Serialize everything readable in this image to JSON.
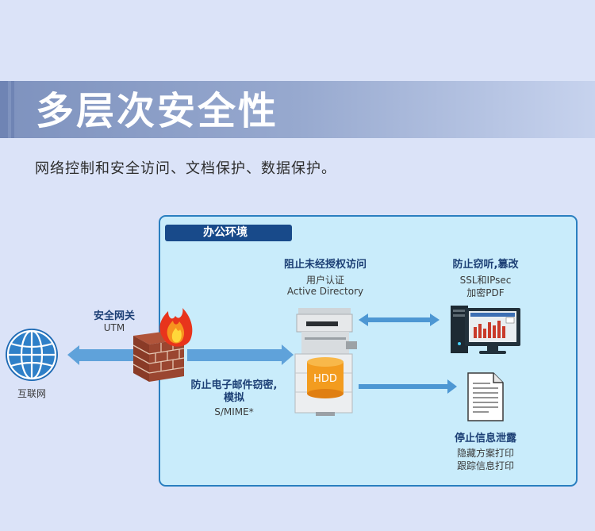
{
  "header": {
    "title": "多层次安全性",
    "subtitle": "网络控制和安全访问、文档保护、数据保护。"
  },
  "office": {
    "label": "办公环境"
  },
  "internet": {
    "label": "互联网"
  },
  "gateway": {
    "title": "安全网关",
    "detail": "UTM"
  },
  "email": {
    "title_line1": "防止电子邮件窃密,",
    "title_line2": "模拟",
    "detail": "S/MIME*"
  },
  "access": {
    "title": "阻止未经授权访问",
    "detail_line1": "用户认证",
    "detail_line2": "Active Directory"
  },
  "eavesdrop": {
    "title": "防止窃听,篡改",
    "detail_line1": "SSL和IPsec",
    "detail_line2": "加密PDF"
  },
  "leak": {
    "title": "停止信息泄露",
    "detail_line1": "隐藏方案打印",
    "detail_line2": "跟踪信息打印"
  },
  "hdd": {
    "label": "HDD"
  },
  "colors": {
    "accent": "#2a7fc0",
    "office_bg": "#c9ecfb",
    "arrow": "#4d97d3",
    "label_bg": "#184a8a"
  },
  "icons": [
    "globe-icon",
    "firewall-icon",
    "fire-icon",
    "printer-icon",
    "hdd-icon",
    "computer-icon",
    "document-icon"
  ]
}
